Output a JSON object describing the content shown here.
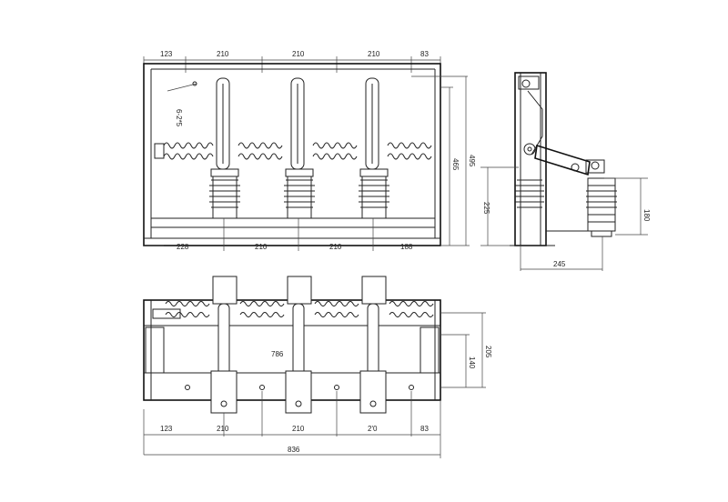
{
  "front_view": {
    "top_dims": [
      "123",
      "210",
      "210",
      "210",
      "83"
    ],
    "bottom_dims": [
      "228",
      "210",
      "210",
      "188"
    ],
    "right_dims": [
      "495",
      "465"
    ],
    "hole_note": "6-2*5"
  },
  "side_view": {
    "dims": [
      "225",
      "180",
      "245"
    ]
  },
  "top_view": {
    "bottom_dims": [
      "123",
      "210",
      "210",
      "2'0",
      "83"
    ],
    "total": "836",
    "center_dim": "786",
    "right_dims": [
      "205",
      "140"
    ]
  }
}
